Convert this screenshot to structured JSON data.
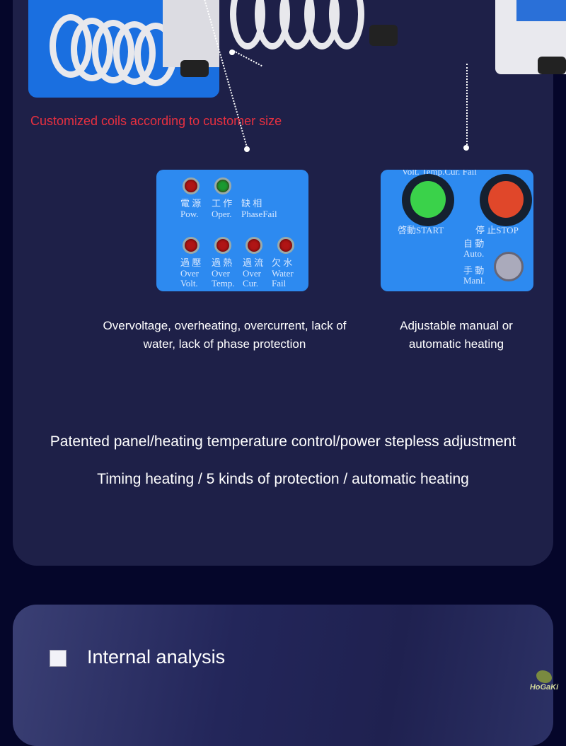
{
  "caption_coils": "Customized coils according to customer size",
  "indicator_panel": {
    "top_labels": [
      {
        "cn": "電 源",
        "en": "Pow."
      },
      {
        "cn": "工 作",
        "en": "Oper."
      },
      {
        "cn": "缺 相",
        "en": "PhaseFail"
      }
    ],
    "bottom_labels": [
      {
        "cn": "過 壓",
        "en": "Over Volt."
      },
      {
        "cn": "過 熱",
        "en": "Over Temp."
      },
      {
        "cn": "過 流",
        "en": "Over Cur."
      },
      {
        "cn": "欠 水",
        "en": "Water Fail"
      }
    ]
  },
  "control_panel": {
    "top_text": "Volt. Temp.Cur. Fail",
    "start": "啓動START",
    "stop": "停 止STOP",
    "auto": "自 動 Auto.",
    "manual": "手 動 Manl."
  },
  "desc_protection": "Overvoltage, overheating, overcurrent, lack of water, lack of phase protection",
  "desc_heating": "Adjustable manual or automatic heating",
  "feature_line_1": "Patented panel/heating temperature control/power stepless adjustment",
  "feature_line_2": "Timing heating / 5 kinds of protection / automatic heating",
  "section_title": "Internal analysis",
  "watermark": "HoGaKi"
}
